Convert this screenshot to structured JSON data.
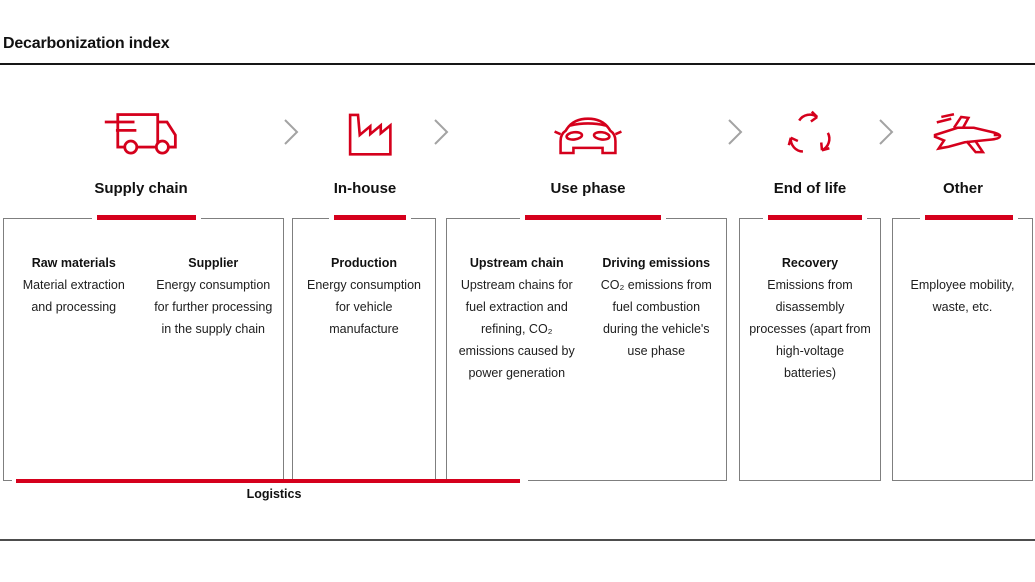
{
  "title": "Decarbonization index",
  "logistics_label": "Logistics",
  "colors": {
    "accent": "#d5001c",
    "border": "#7f7f7f",
    "chevron": "#a3a3a3",
    "text": "#1d1d1d"
  },
  "stages": [
    {
      "label": "Supply chain",
      "icon": "truck-icon"
    },
    {
      "label": "In-house",
      "icon": "factory-icon"
    },
    {
      "label": "Use phase",
      "icon": "car-icon"
    },
    {
      "label": "End of life",
      "icon": "recycle-icon"
    },
    {
      "label": "Other",
      "icon": "plane-icon"
    }
  ],
  "boxes": [
    {
      "stage": "Supply chain",
      "entries": [
        {
          "title": "Raw materials",
          "body": "Material extraction and processing"
        },
        {
          "title": "Supplier",
          "body": "Energy consumption for further processing in the supply chain"
        }
      ]
    },
    {
      "stage": "In-house",
      "entries": [
        {
          "title": "Production",
          "body": "Energy consumption for vehicle manufacture"
        }
      ]
    },
    {
      "stage": "Use phase",
      "entries": [
        {
          "title": "Upstream chain",
          "body": "Upstream chains for fuel extraction and refining, CO₂ emissions caused by power generation"
        },
        {
          "title": "Driving emissions",
          "body": "CO₂ emissions from fuel combustion during the vehicle's use phase"
        }
      ]
    },
    {
      "stage": "End of life",
      "entries": [
        {
          "title": "Recovery",
          "body": "Emissions from disassembly processes (apart from high-voltage batteries)"
        }
      ]
    },
    {
      "stage": "Other",
      "entries": [
        {
          "title": "",
          "body": "Employee mobility, waste, etc."
        }
      ]
    }
  ]
}
